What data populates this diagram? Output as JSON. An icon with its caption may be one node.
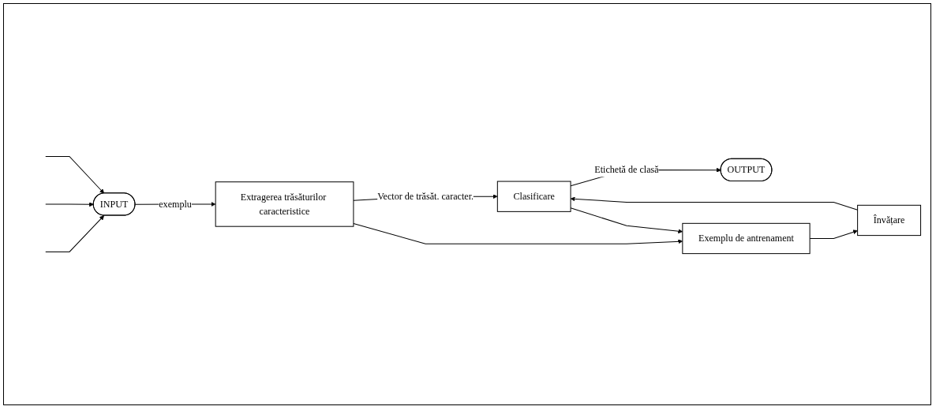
{
  "diagram": {
    "nodes": [
      {
        "text": [
          "INPUT"
        ]
      },
      {
        "text": [
          "Extragerea trăsăturilor caracteristice"
        ]
      },
      {
        "text": [
          "Clasificare"
        ]
      },
      {
        "text": [
          "OUTPUT"
        ]
      },
      {
        "text": [
          "Exemplu de antrenament"
        ]
      },
      {
        "text": [
          "Învățare"
        ]
      }
    ],
    "edges": [
      {
        "from": null,
        "to": 0,
        "arrow": "to"
      },
      {
        "from": null,
        "to": 0,
        "arrow": "to"
      },
      {
        "from": null,
        "to": 0,
        "arrow": "to"
      },
      {
        "from": 0,
        "to": 1,
        "label": "exemplu",
        "arrow": "to"
      },
      {
        "from": 1,
        "to": 2,
        "label": "Vector de trăsăt. caracter.",
        "arrow": "to"
      },
      {
        "from": 2,
        "to": 3,
        "label": "Etichetă de clasă",
        "arrow": "to"
      },
      {
        "from": 1,
        "to": 4,
        "arrow": "to"
      },
      {
        "from": 4,
        "to": 5,
        "arrow": "to"
      },
      {
        "from": 5,
        "to": 2,
        "arrow": "to"
      },
      {
        "from": 2,
        "to": 4,
        "arrow": "to"
      }
    ]
  }
}
